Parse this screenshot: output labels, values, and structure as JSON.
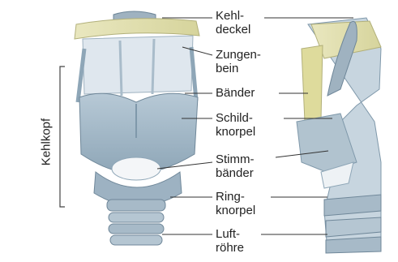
{
  "diagram": {
    "group_label": "Kehlkopf",
    "labels": [
      {
        "key": "epiglottis",
        "line1": "Kehl-",
        "line2": "deckel"
      },
      {
        "key": "hyoid",
        "line1": "Zungen-",
        "line2": "bein"
      },
      {
        "key": "ligaments",
        "line1": "Bänder",
        "line2": ""
      },
      {
        "key": "thyroid",
        "line1": "Schild-",
        "line2": "knorpel"
      },
      {
        "key": "vocal_cords",
        "line1": "Stimm-",
        "line2": "bänder"
      },
      {
        "key": "cricoid",
        "line1": "Ring-",
        "line2": "knorpel"
      },
      {
        "key": "trachea",
        "line1": "Luft-",
        "line2": "röhre"
      }
    ]
  }
}
